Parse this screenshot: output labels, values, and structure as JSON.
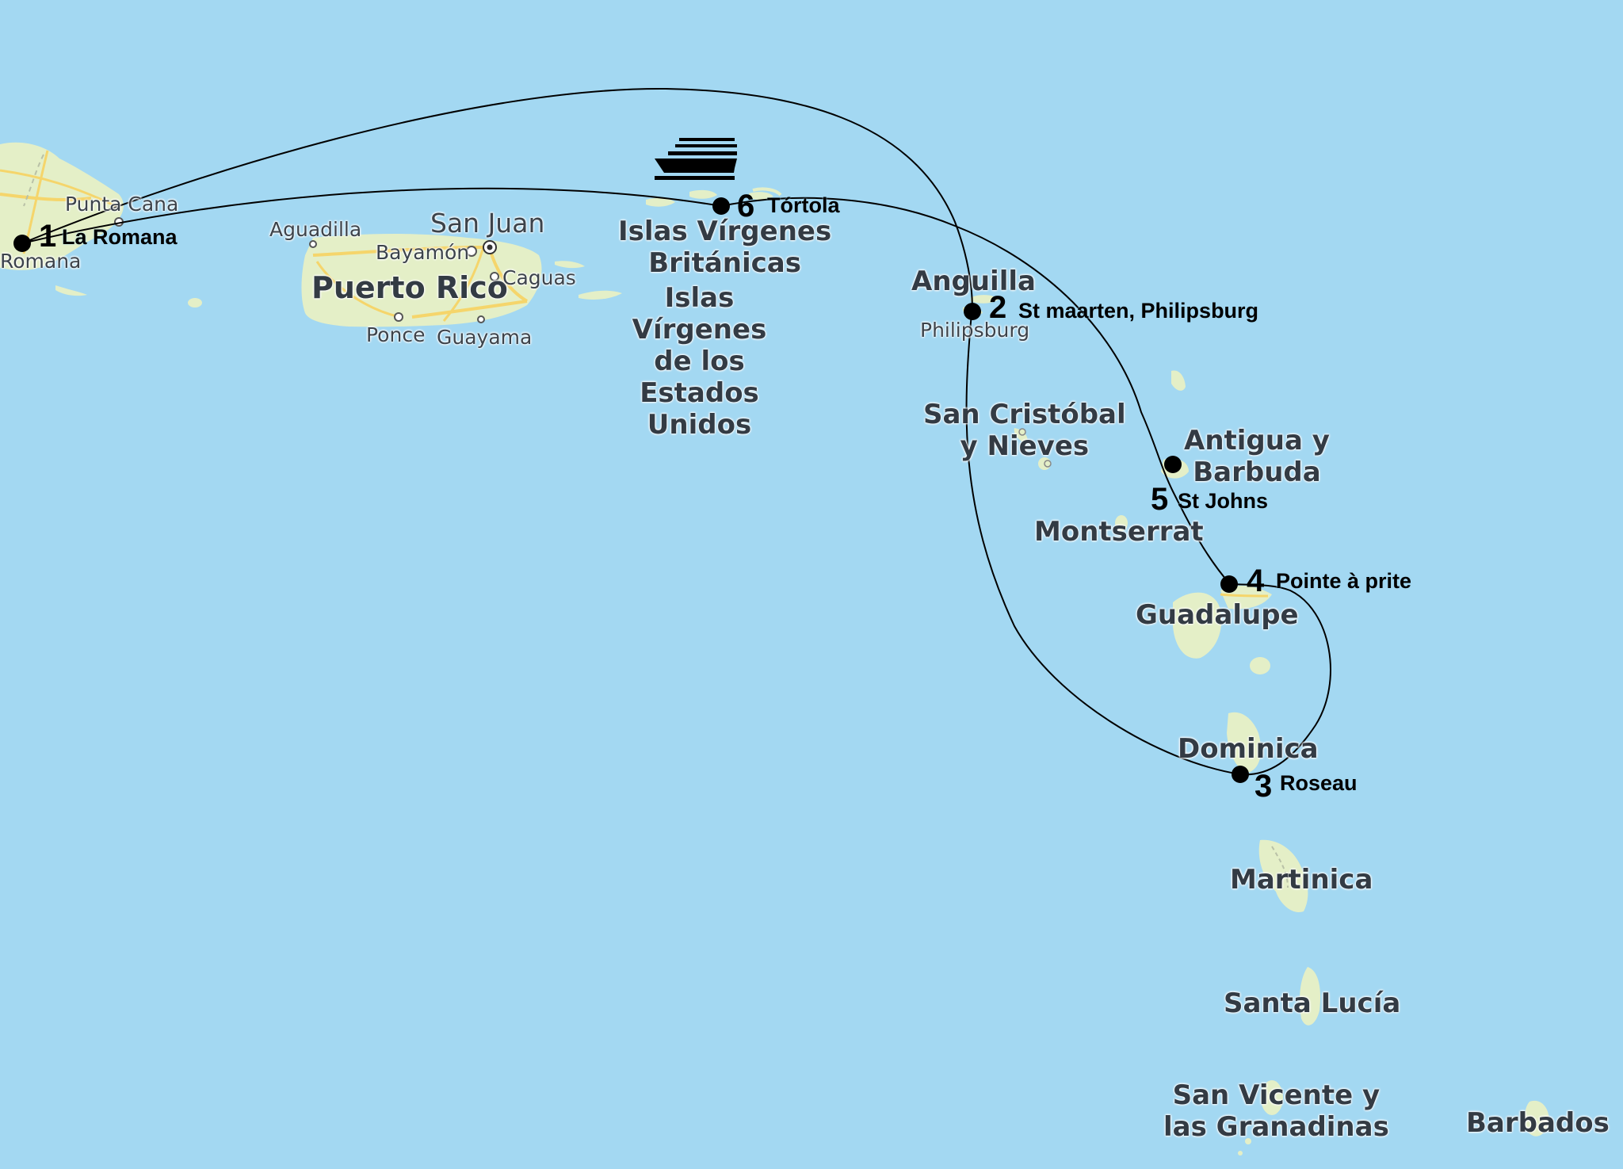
{
  "map": {
    "colors": {
      "sea": "#a3d8f2",
      "land": "#e4efc7",
      "road": "#f5d56b",
      "route": "#000000"
    },
    "icons": {
      "ship": "cruise-ship-icon"
    },
    "countries": [
      {
        "id": "puerto-rico",
        "name": "Puerto Rico"
      },
      {
        "id": "bvi",
        "line1": "Islas Vírgenes",
        "line2": "Británicas"
      },
      {
        "id": "usvi",
        "line1": "Islas",
        "line2": "Vírgenes",
        "line3": "de los",
        "line4": "Estados",
        "line5": "Unidos"
      },
      {
        "id": "anguilla",
        "name": "Anguilla"
      },
      {
        "id": "st-kitts",
        "line1": "San Cristóbal",
        "line2": "y Nieves"
      },
      {
        "id": "antigua",
        "line1": "Antigua y",
        "line2": "Barbuda"
      },
      {
        "id": "montserrat",
        "name": "Montserrat"
      },
      {
        "id": "guadalupe",
        "name": "Guadalupe"
      },
      {
        "id": "dominica",
        "name": "Dominica"
      },
      {
        "id": "martinica",
        "name": "Martinica"
      },
      {
        "id": "santa-lucia",
        "name": "Santa Lucía"
      },
      {
        "id": "san-vicente",
        "line1": "San Vicente y",
        "line2": "las Granadinas"
      },
      {
        "id": "barbados",
        "name": "Barbados"
      }
    ],
    "cities": {
      "punta_cana": "Punta Cana",
      "romana": "Romana",
      "aguadilla": "Aguadilla",
      "san_juan": "San Juan",
      "bayamon": "Bayamón",
      "caguas": "Caguas",
      "ponce": "Ponce",
      "guayama": "Guayama",
      "philipsburg": "Philipsburg"
    },
    "stops": [
      {
        "number": "1",
        "name": "La Romana"
      },
      {
        "number": "2",
        "name": "St maarten, Philipsburg"
      },
      {
        "number": "3",
        "name": "Roseau"
      },
      {
        "number": "4",
        "name": "Pointe à prite"
      },
      {
        "number": "5",
        "name": "St Johns"
      },
      {
        "number": "6",
        "name": "Tórtola"
      }
    ]
  }
}
